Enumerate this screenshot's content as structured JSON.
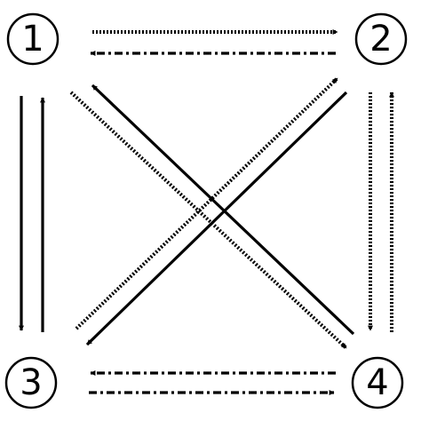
{
  "nodes": [
    {
      "id": "1",
      "label": "1"
    },
    {
      "id": "2",
      "label": "2"
    },
    {
      "id": "3",
      "label": "3"
    },
    {
      "id": "4",
      "label": "4"
    }
  ],
  "edges": [
    {
      "from": "1",
      "to": "2",
      "style": "dotted"
    },
    {
      "from": "2",
      "to": "1",
      "style": "dashdot"
    },
    {
      "from": "1",
      "to": "3",
      "style": "solid"
    },
    {
      "from": "3",
      "to": "1",
      "style": "solid"
    },
    {
      "from": "2",
      "to": "4",
      "style": "dotted"
    },
    {
      "from": "4",
      "to": "2",
      "style": "dotted"
    },
    {
      "from": "4",
      "to": "3",
      "style": "dashdot"
    },
    {
      "from": "3",
      "to": "4",
      "style": "dashdot"
    },
    {
      "from": "1",
      "to": "4",
      "style": "dotted"
    },
    {
      "from": "4",
      "to": "1",
      "style": "solid"
    },
    {
      "from": "2",
      "to": "3",
      "style": "solid"
    },
    {
      "from": "3",
      "to": "2",
      "style": "dotted"
    }
  ],
  "colors": {
    "stroke": "#000000",
    "background": "#ffffff"
  }
}
